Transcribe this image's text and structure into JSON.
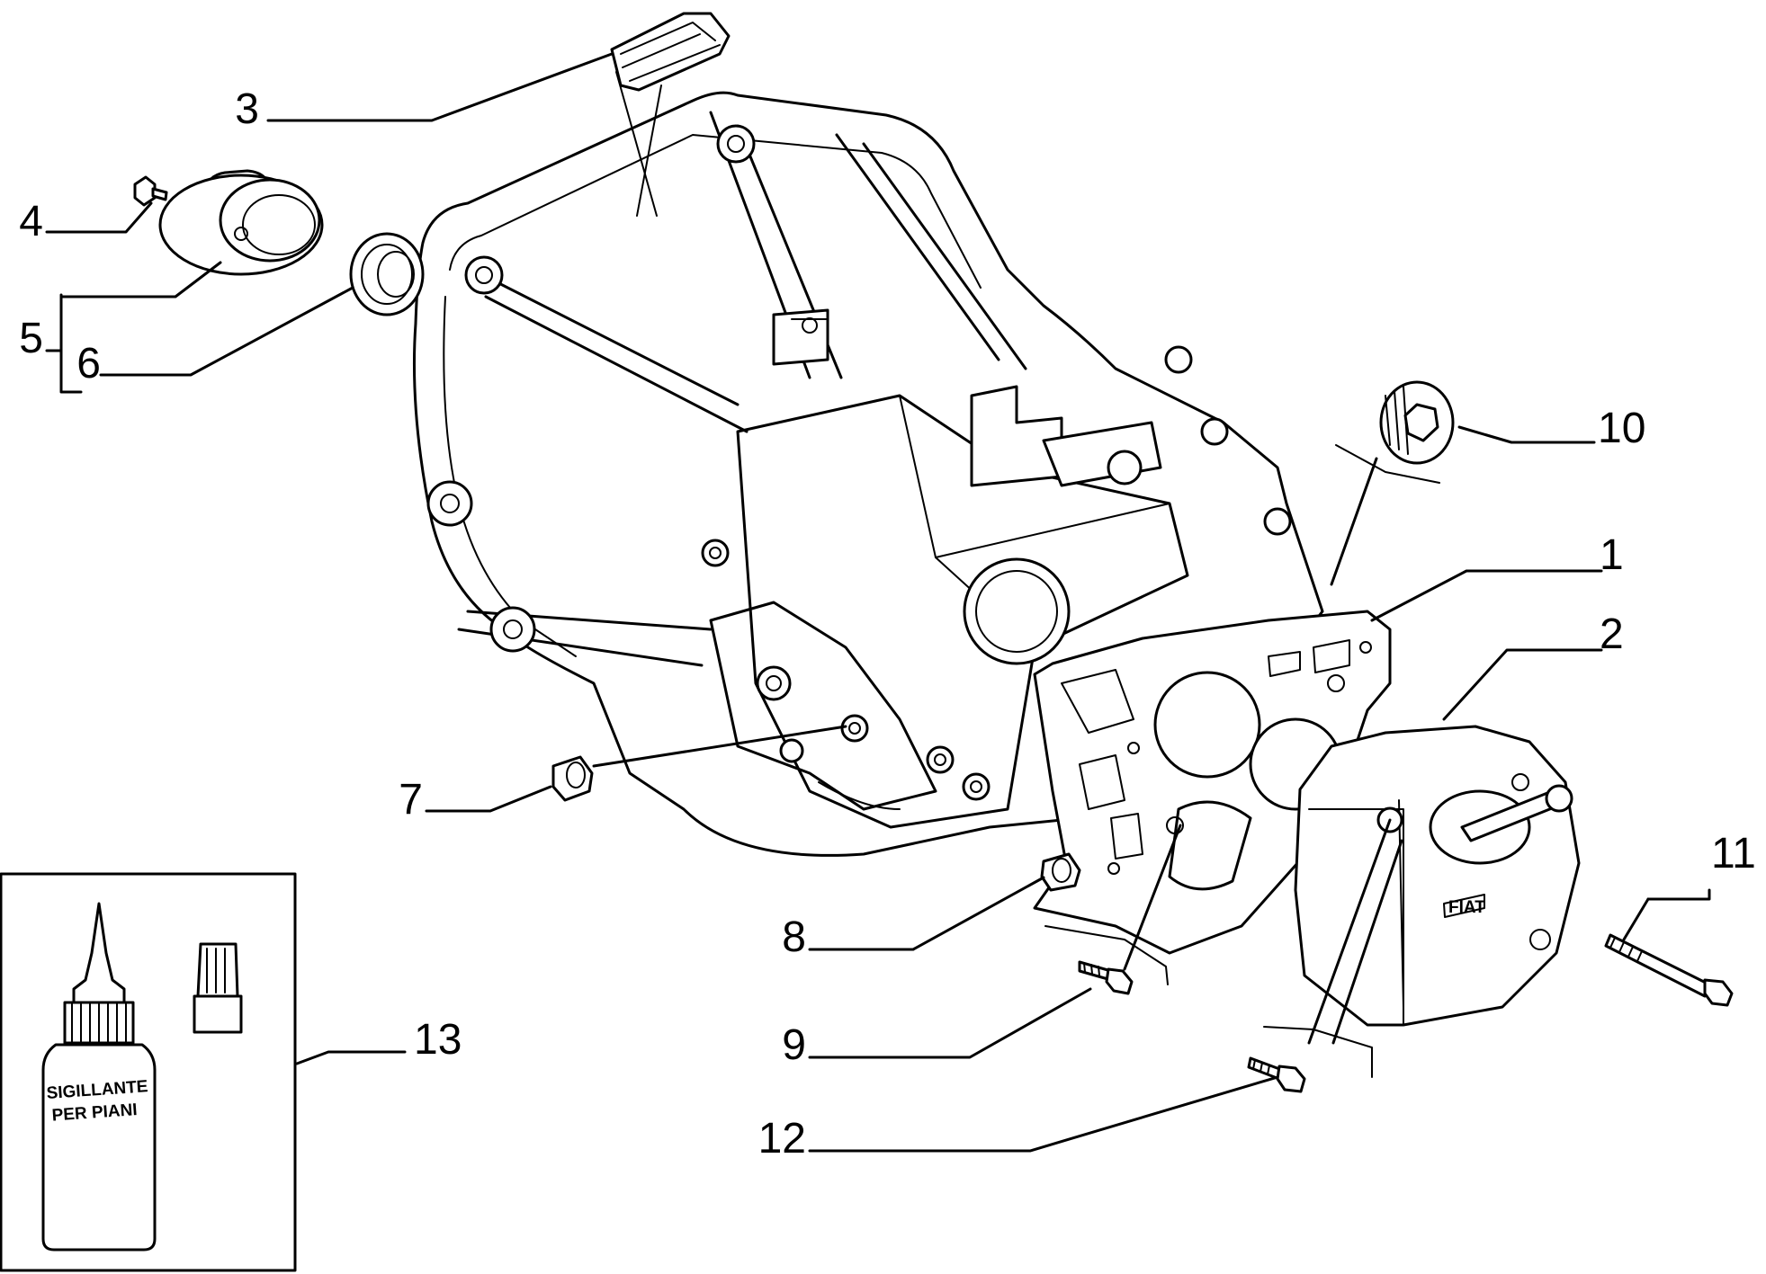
{
  "callouts": [
    {
      "id": "1",
      "label": "1"
    },
    {
      "id": "2",
      "label": "2"
    },
    {
      "id": "3",
      "label": "3"
    },
    {
      "id": "4",
      "label": "4"
    },
    {
      "id": "5",
      "label": "5"
    },
    {
      "id": "6",
      "label": "6"
    },
    {
      "id": "7",
      "label": "7"
    },
    {
      "id": "8",
      "label": "8"
    },
    {
      "id": "9",
      "label": "9"
    },
    {
      "id": "10",
      "label": "10"
    },
    {
      "id": "11",
      "label": "11"
    },
    {
      "id": "12",
      "label": "12"
    },
    {
      "id": "13",
      "label": "13"
    }
  ],
  "bottle": {
    "line1": "SIGILLANTE",
    "line2": "PER PIANI"
  },
  "cover_logo": "FIAT"
}
